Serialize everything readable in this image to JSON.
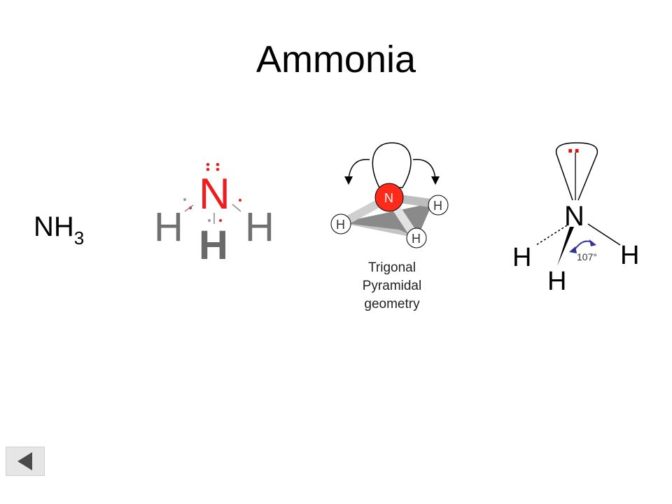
{
  "slide": {
    "title": "Ammonia",
    "formula": {
      "base": "NH",
      "subscript": "3"
    },
    "lewis_structure": {
      "central_atom": "N",
      "left_atom": "H",
      "right_atom": "H",
      "bottom_atom": "H",
      "central_color": "#ee1c1c",
      "hydrogen_color": "#707070"
    },
    "ball_model": {
      "lone_pair": "..",
      "central_atom": "N",
      "atoms": [
        "H",
        "H",
        "H"
      ],
      "central_color": "#ff2a1a"
    },
    "geometry_caption": {
      "line1": "Trigonal",
      "line2": "Pyramidal",
      "line3": "geometry"
    },
    "wedge_model": {
      "lone_pair": "..",
      "central_atom": "N",
      "atoms": [
        "H",
        "H",
        "H"
      ],
      "bond_angle": "107°",
      "lone_pair_color": "#dd1111",
      "angle_arrow_color": "#333399"
    },
    "navigation": {
      "back_icon": "back-arrow-icon",
      "icon_color": "#4a4a4a"
    }
  }
}
